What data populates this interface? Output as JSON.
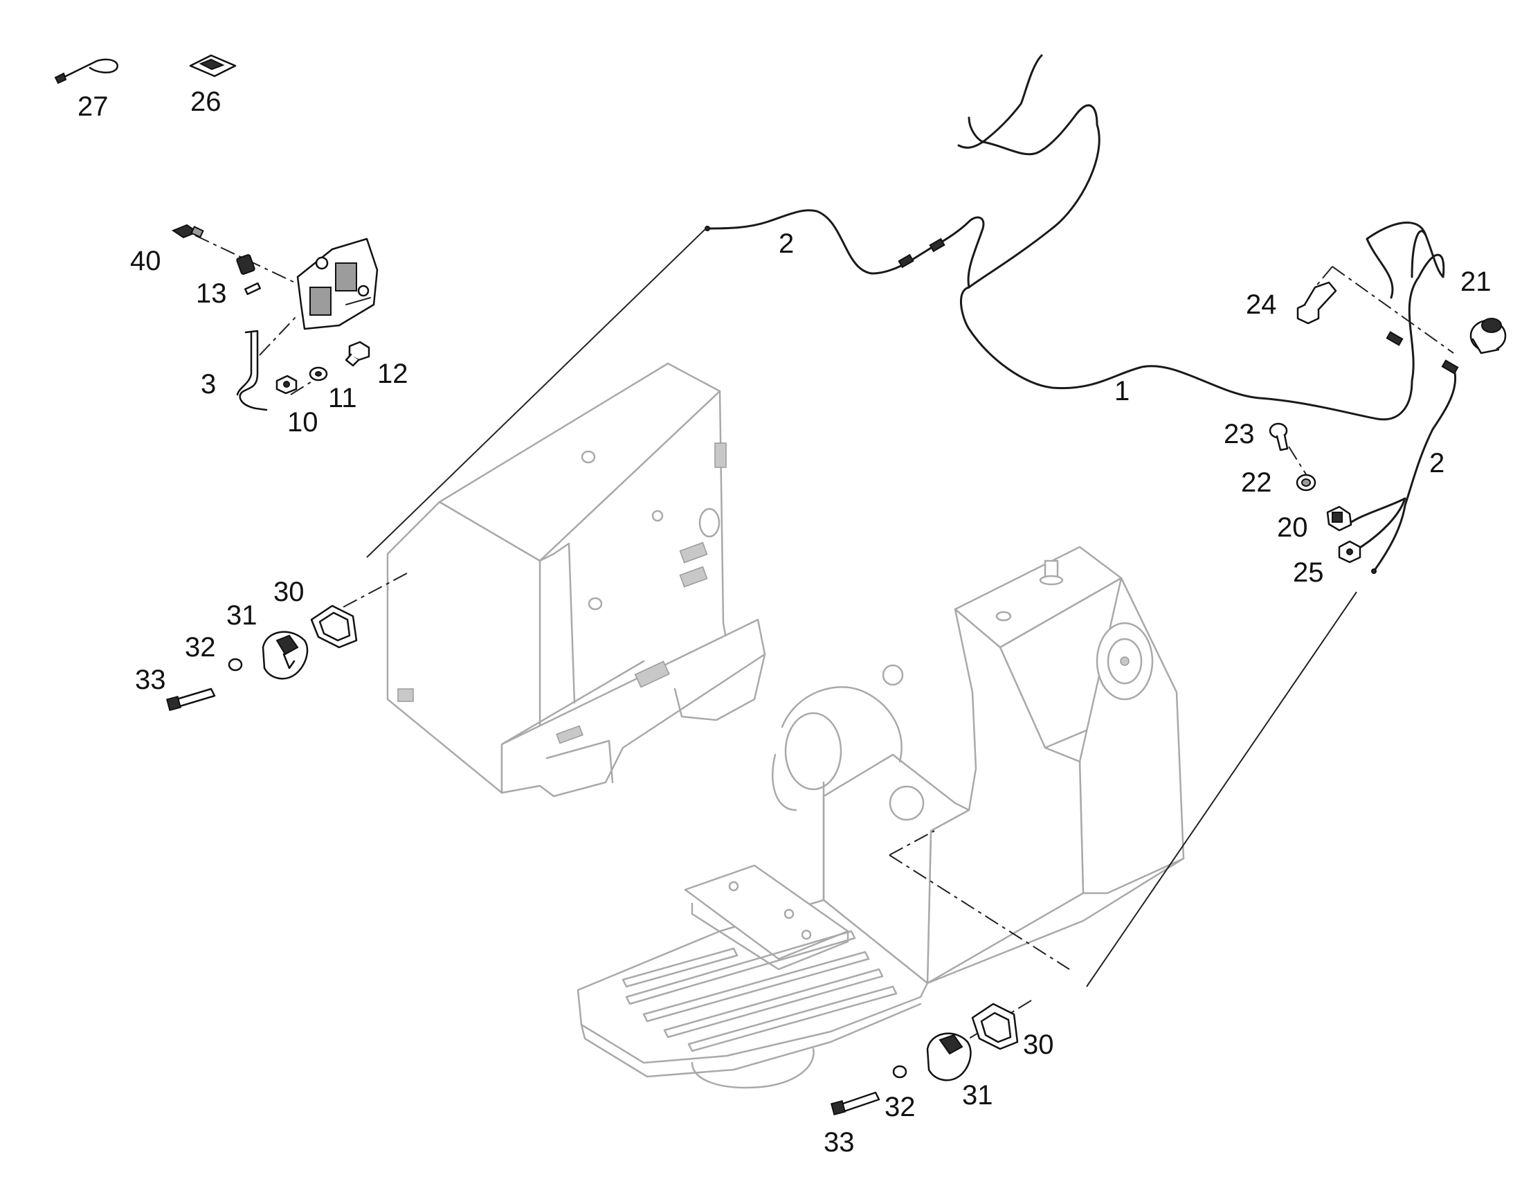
{
  "labels": {
    "l1": "1",
    "l2a": "2",
    "l2b": "2",
    "l3": "3",
    "l10": "10",
    "l11": "11",
    "l12": "12",
    "l13": "13",
    "l20": "20",
    "l21": "21",
    "l22": "22",
    "l23": "23",
    "l24": "24",
    "l25": "25",
    "l26": "26",
    "l27": "27",
    "l30a": "30",
    "l30b": "30",
    "l31a": "31",
    "l31b": "31",
    "l32a": "32",
    "l32b": "32",
    "l33a": "33",
    "l33b": "33",
    "l40": "40"
  }
}
